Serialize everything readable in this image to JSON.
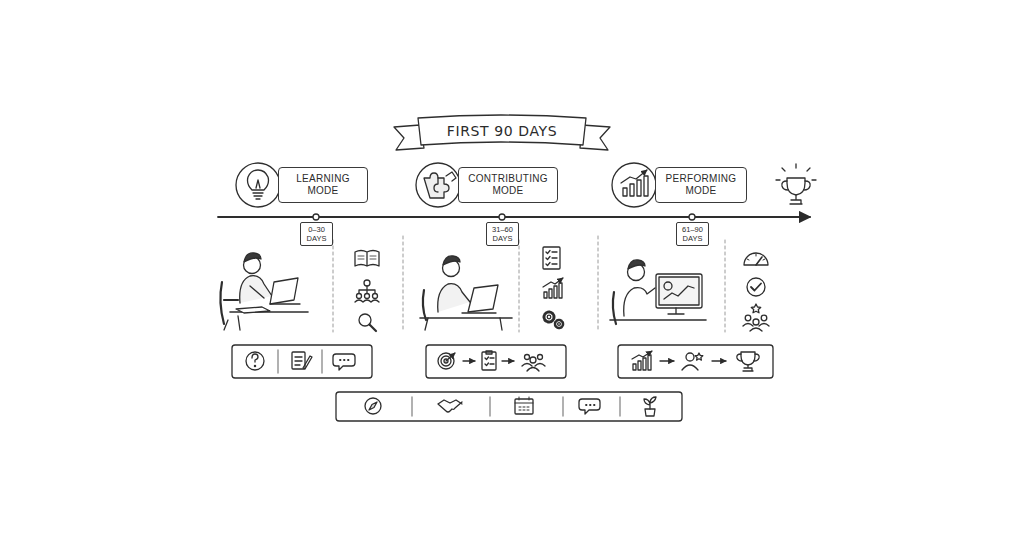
{
  "diagram": {
    "title": "FIRST 90 DAYS",
    "nodes": [
      {
        "text": [
          "LEARNING MODE"
        ]
      },
      {
        "text": [
          "CONTRIBUTING MODE"
        ]
      },
      {
        "text": [
          "PERFORMING MODE"
        ]
      },
      {
        "text": [
          "0–30 DAYS"
        ]
      },
      {
        "text": [
          "31–60 DAYS"
        ]
      },
      {
        "text": [
          "61–90 DAYS"
        ]
      }
    ]
  }
}
